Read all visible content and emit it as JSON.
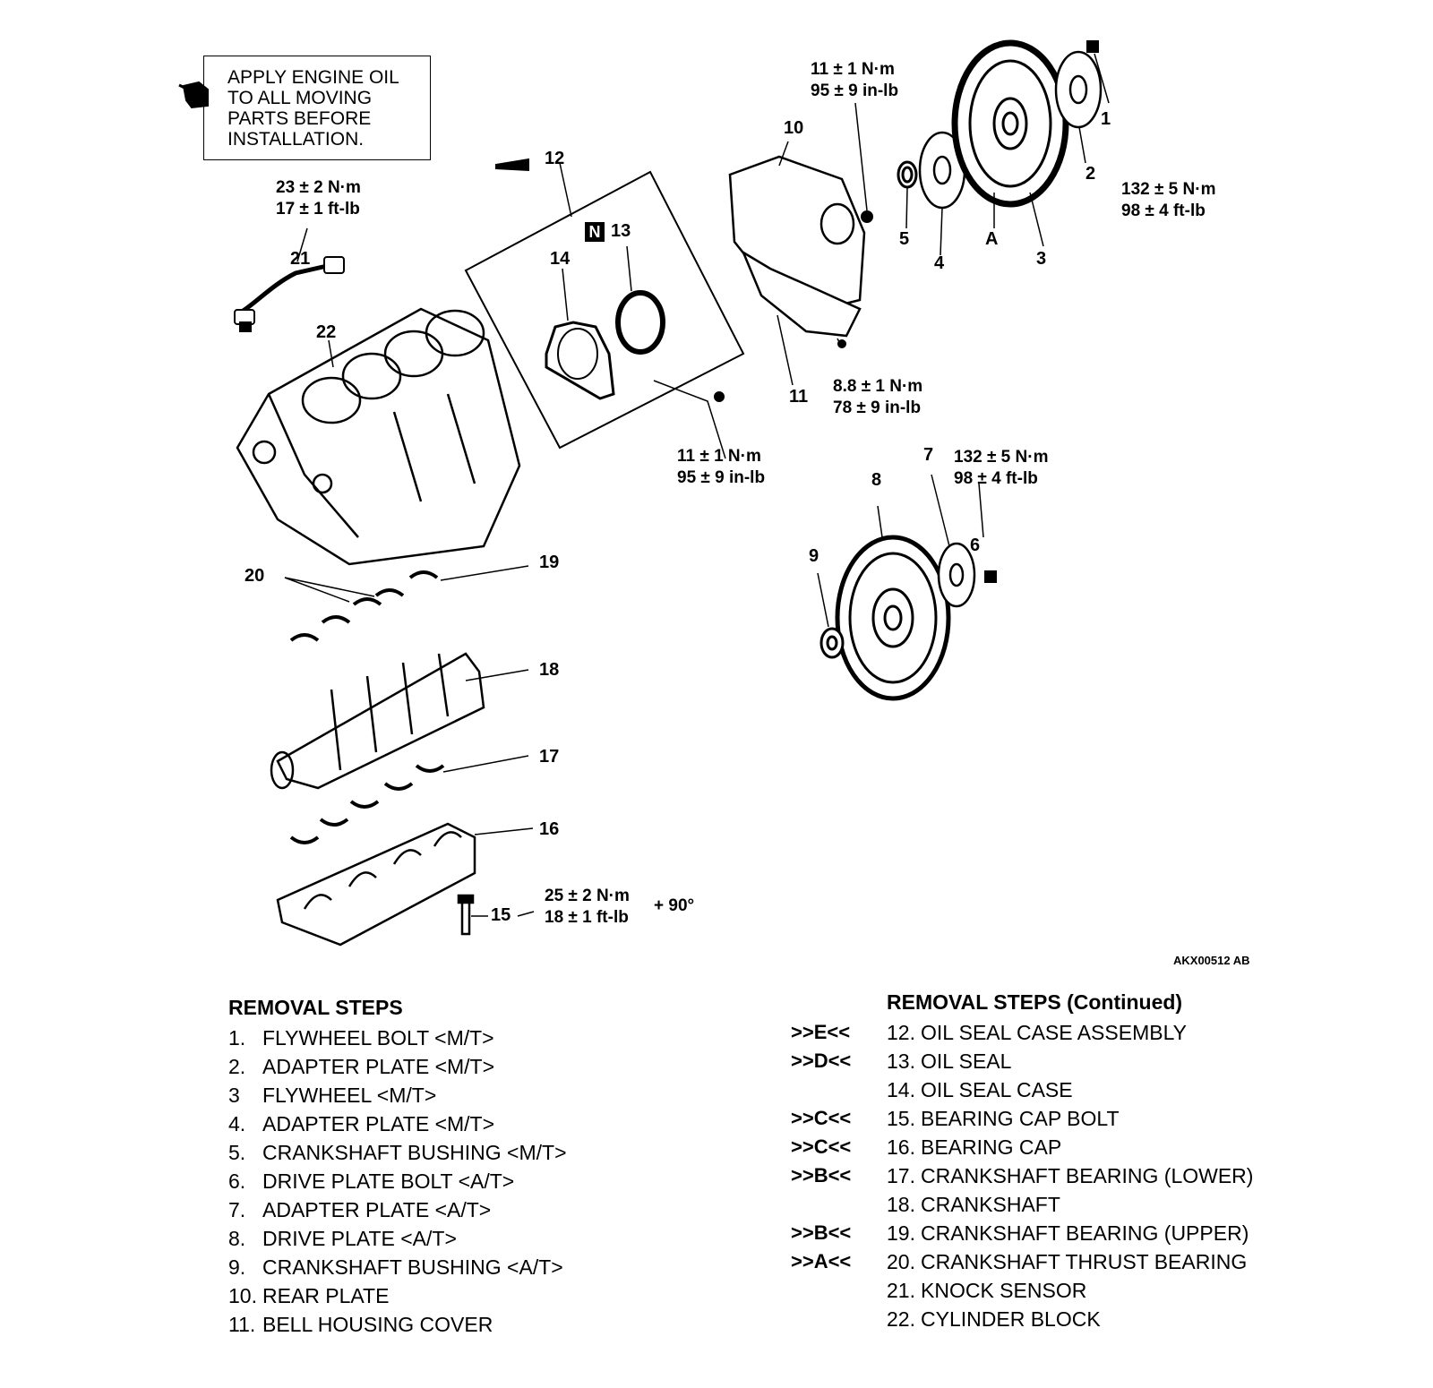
{
  "note": {
    "lines": [
      "APPLY ENGINE OIL",
      "TO ALL MOVING",
      "PARTS BEFORE",
      "INSTALLATION."
    ]
  },
  "callouts": {
    "c1": "1",
    "c2": "2",
    "c3": "3",
    "c4": "4",
    "c5": "5",
    "c6": "6",
    "c7": "7",
    "c8": "8",
    "c9": "9",
    "c10": "10",
    "c11": "11",
    "c12": "12",
    "c13": "13",
    "c14": "14",
    "c15": "15",
    "c16": "16",
    "c17": "17",
    "c18": "18",
    "c19": "19",
    "c20": "20",
    "c21": "21",
    "c22": "22",
    "cA": "A"
  },
  "new_part_badge": "N",
  "torques": {
    "knock_sensor": [
      "23 ± 2 N·m",
      "17 ± 1 ft-lb"
    ],
    "rear_plate_bolt": [
      "11 ± 1 N·m",
      "95 ± 9 in-lb"
    ],
    "flywheel_bolt": [
      "132 ± 5 N·m",
      "98 ± 4 ft-lb"
    ],
    "bell_housing_bolt": [
      "8.8 ± 1 N·m",
      "78 ± 9 in-lb"
    ],
    "oil_seal_case_bolt": [
      "11 ± 1 N·m",
      "95 ± 9 in-lb"
    ],
    "drive_plate_bolt": [
      "132 ± 5 N·m",
      "98 ± 4 ft-lb"
    ],
    "bearing_cap_bolt": [
      "25 ± 2 N·m",
      "18 ± 1 ft-lb"
    ],
    "bearing_cap_bolt_extra": "+ 90°"
  },
  "figure_id": "AKX00512 AB",
  "removal_steps": {
    "title": "REMOVAL STEPS",
    "items": [
      {
        "num": "1.",
        "label": "FLYWHEEL BOLT <M/T>"
      },
      {
        "num": "2.",
        "label": "ADAPTER PLATE <M/T>"
      },
      {
        "num": "3",
        "label": "FLYWHEEL <M/T>"
      },
      {
        "num": "4.",
        "label": "ADAPTER PLATE <M/T>"
      },
      {
        "num": "5.",
        "label": "CRANKSHAFT BUSHING <M/T>"
      },
      {
        "num": "6.",
        "label": "DRIVE PLATE BOLT <A/T>"
      },
      {
        "num": "7.",
        "label": "ADAPTER PLATE <A/T>"
      },
      {
        "num": "8.",
        "label": "DRIVE PLATE <A/T>"
      },
      {
        "num": "9.",
        "label": "CRANKSHAFT BUSHING <A/T>"
      },
      {
        "num": "10.",
        "label": "REAR PLATE"
      },
      {
        "num": "11.",
        "label": "BELL HOUSING COVER"
      }
    ]
  },
  "removal_steps_continued": {
    "title": "REMOVAL STEPS (Continued)",
    "items": [
      {
        "ref": ">>E<<",
        "num": "12.",
        "label": "OIL SEAL CASE ASSEMBLY"
      },
      {
        "ref": ">>D<<",
        "num": "13.",
        "label": "OIL SEAL"
      },
      {
        "ref": "",
        "num": "14.",
        "label": "OIL SEAL CASE"
      },
      {
        "ref": ">>C<<",
        "num": "15.",
        "label": "BEARING CAP BOLT"
      },
      {
        "ref": ">>C<<",
        "num": "16.",
        "label": "BEARING CAP"
      },
      {
        "ref": ">>B<<",
        "num": "17.",
        "label": "CRANKSHAFT BEARING (LOWER)"
      },
      {
        "ref": "",
        "num": "18.",
        "label": "CRANKSHAFT"
      },
      {
        "ref": ">>B<<",
        "num": "19.",
        "label": "CRANKSHAFT BEARING (UPPER)"
      },
      {
        "ref": ">>A<<",
        "num": "20.",
        "label": "CRANKSHAFT THRUST BEARING"
      },
      {
        "ref": "",
        "num": "21.",
        "label": "KNOCK SENSOR"
      },
      {
        "ref": "",
        "num": "22.",
        "label": "CYLINDER BLOCK"
      }
    ]
  }
}
